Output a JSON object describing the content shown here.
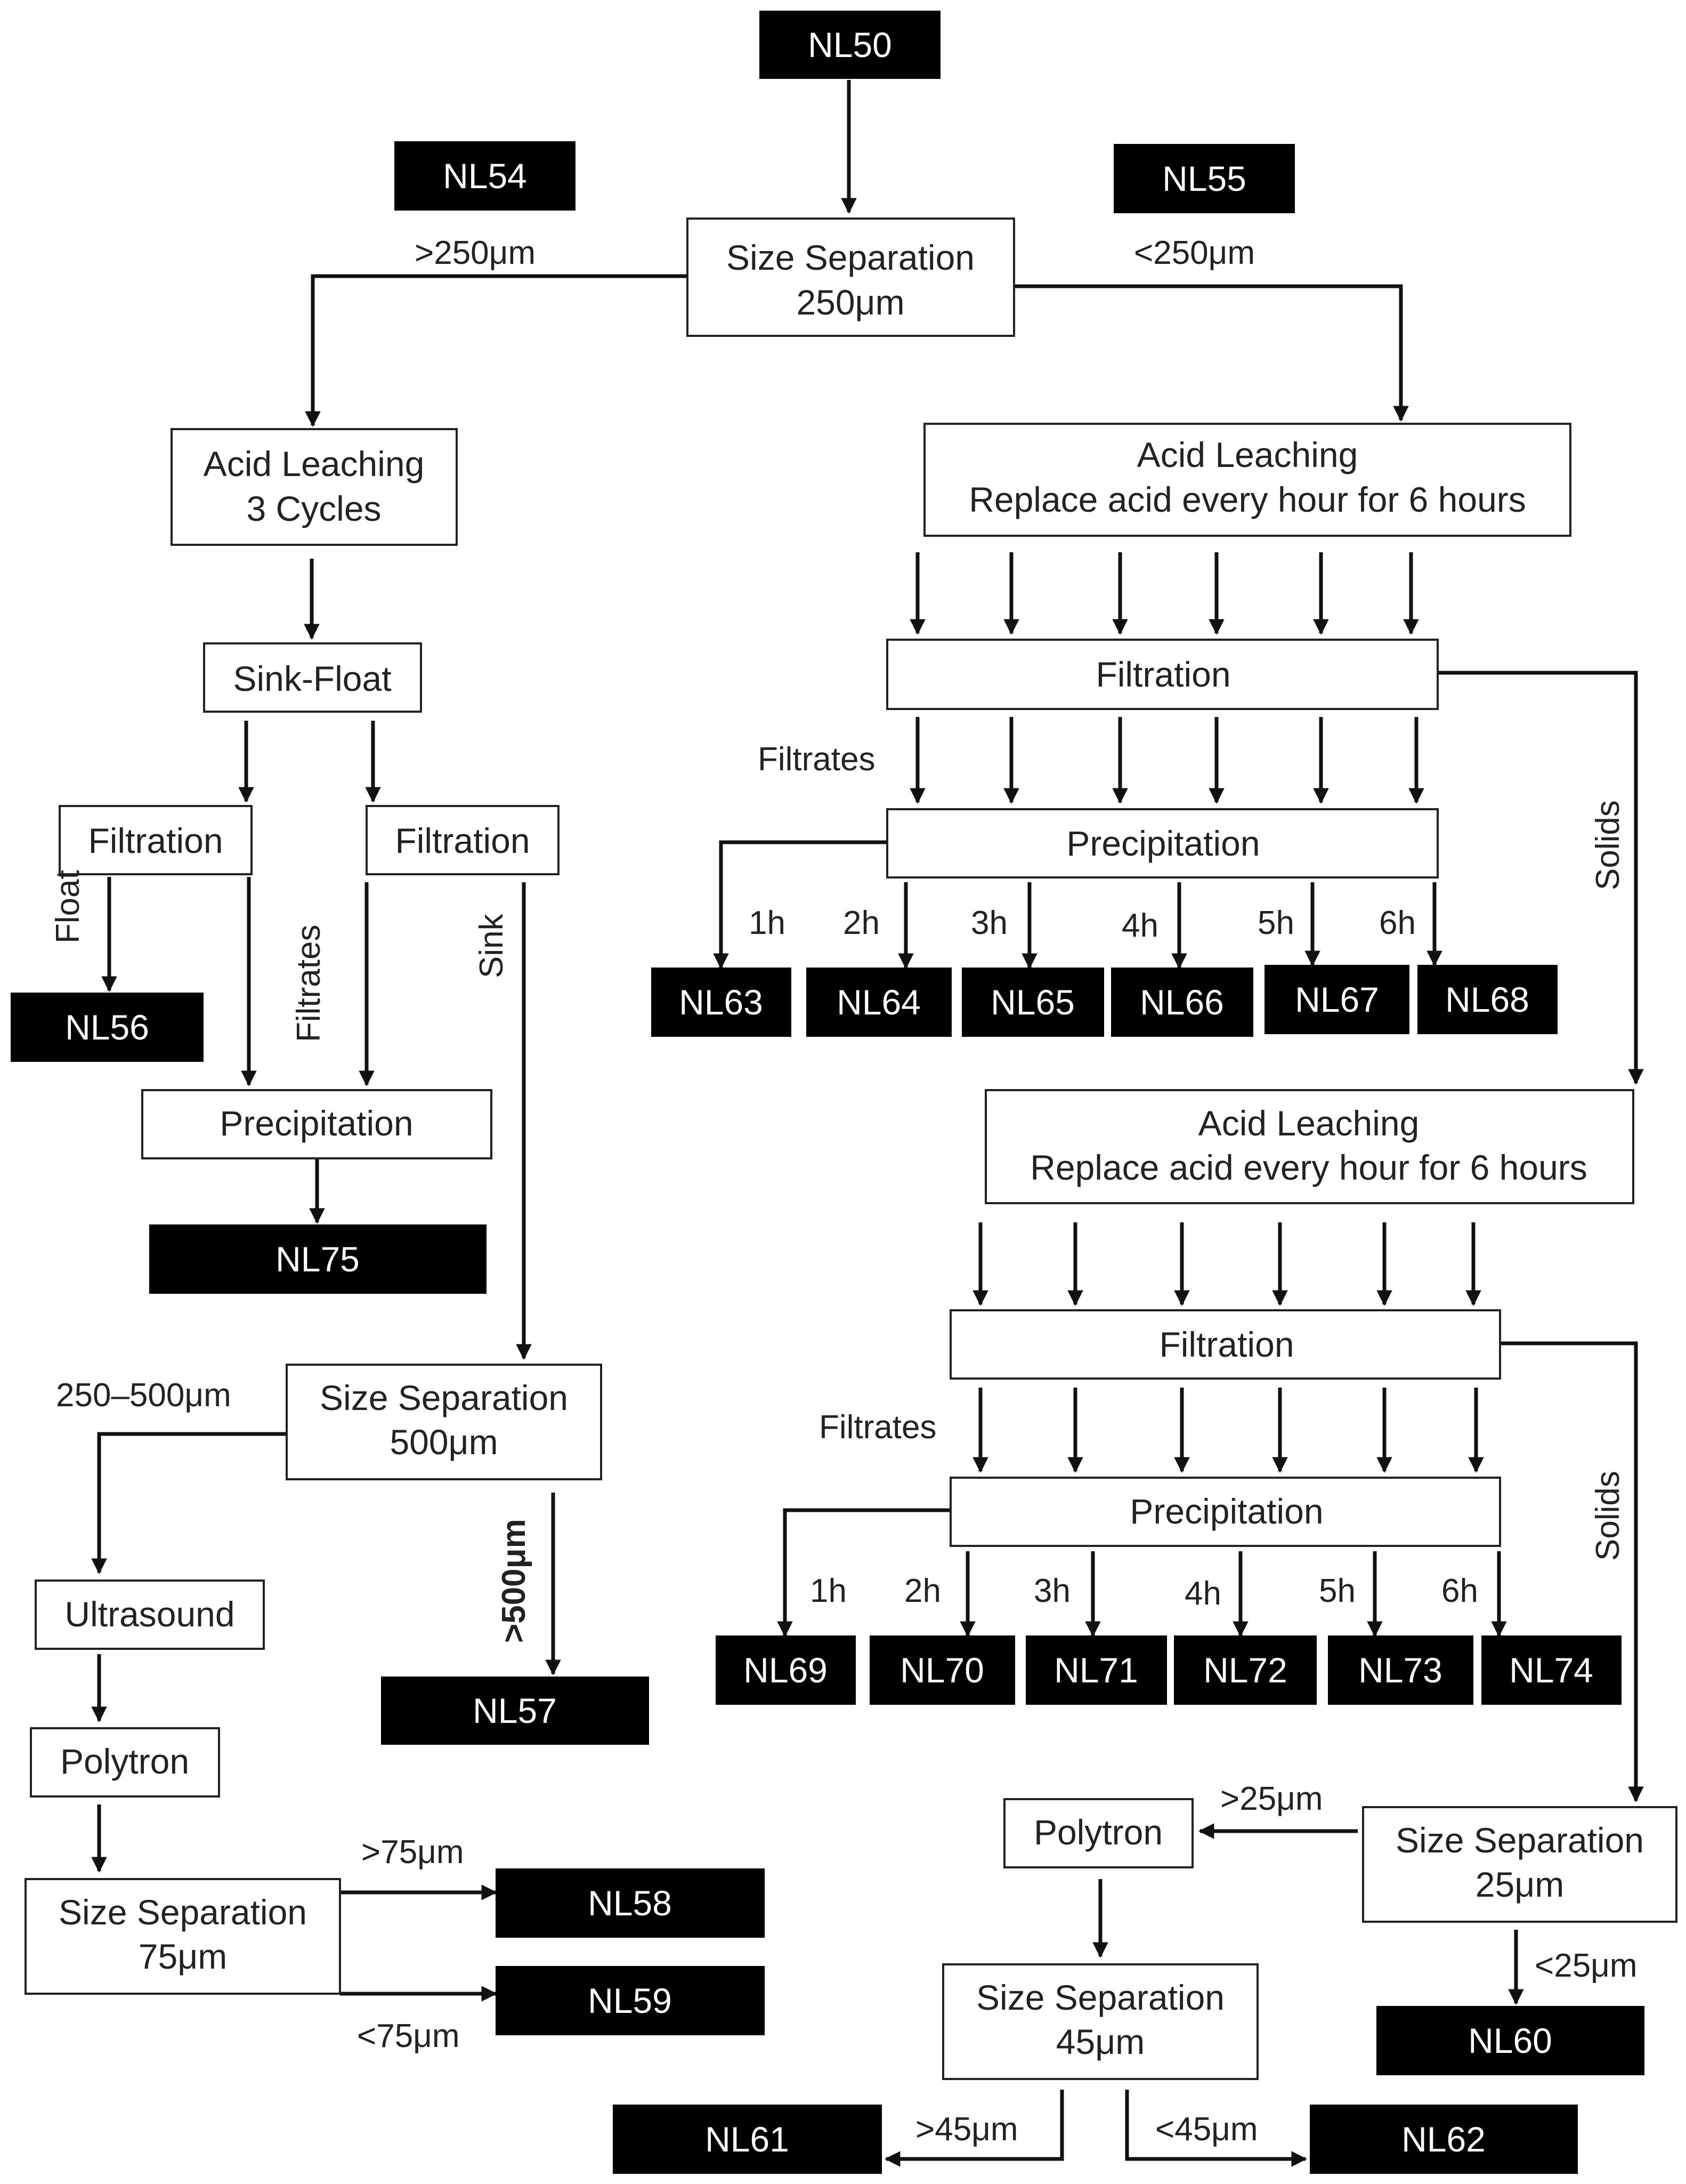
{
  "colors": {
    "line": "#111111",
    "sample_fill": "#000000",
    "sample_text": "#ffffff",
    "process_fill": "#ffffff"
  },
  "samples": {
    "nl50": "NL50",
    "nl54": "NL54",
    "nl55": "NL55",
    "nl56": "NL56",
    "nl57": "NL57",
    "nl58": "NL58",
    "nl59": "NL59",
    "nl60": "NL60",
    "nl61": "NL61",
    "nl62": "NL62",
    "nl63": "NL63",
    "nl64": "NL64",
    "nl65": "NL65",
    "nl66": "NL66",
    "nl67": "NL67",
    "nl68": "NL68",
    "nl69": "NL69",
    "nl70": "NL70",
    "nl71": "NL71",
    "nl72": "NL72",
    "nl73": "NL73",
    "nl74": "NL74",
    "nl75": "NL75"
  },
  "processes": {
    "size_sep_250": [
      "Size Separation",
      "250μm"
    ],
    "acid_leach_3": [
      "Acid Leaching",
      "3 Cycles"
    ],
    "sink_float": "Sink-Float",
    "filtration_left": "Filtration",
    "filtration_mid": "Filtration",
    "precip_left": "Precipitation",
    "size_sep_500": [
      "Size Separation",
      "500μm"
    ],
    "ultrasound": "Ultrasound",
    "polytron_left": "Polytron",
    "size_sep_75": [
      "Size Separation",
      "75μm"
    ],
    "acid_leach_1": [
      "Acid Leaching",
      "Replace acid every  hour  for 6 hours"
    ],
    "filtration_r1": "Filtration",
    "precip_r1": "Precipitation",
    "acid_leach_2": [
      "Acid Leaching",
      "Replace acid every  hour  for 6 hours"
    ],
    "filtration_r2": "Filtration",
    "precip_r2": "Precipitation",
    "size_sep_25": [
      "Size Separation",
      "25μm"
    ],
    "polytron_right": "Polytron",
    "size_sep_45": [
      "Size Separation",
      "45μm"
    ]
  },
  "labels": {
    "gt250": ">250μm",
    "lt250": "<250μm",
    "float": "Float",
    "filtrates_left": "Filtrates",
    "sink": "Sink",
    "r250_500": "250–500μm",
    "gt500": ">500μm",
    "gt75": ">75μm",
    "lt75": "<75μm",
    "filtrates_r1": "Filtrates",
    "solids_r1": "Solids",
    "filtrates_r2": "Filtrates",
    "solids_r2": "Solids",
    "hours": [
      "1h",
      "2h",
      "3h",
      "4h",
      "5h",
      "6h"
    ],
    "gt25": ">25μm",
    "lt25": "<25μm",
    "gt45": ">45μm",
    "lt45": "<45μm"
  }
}
